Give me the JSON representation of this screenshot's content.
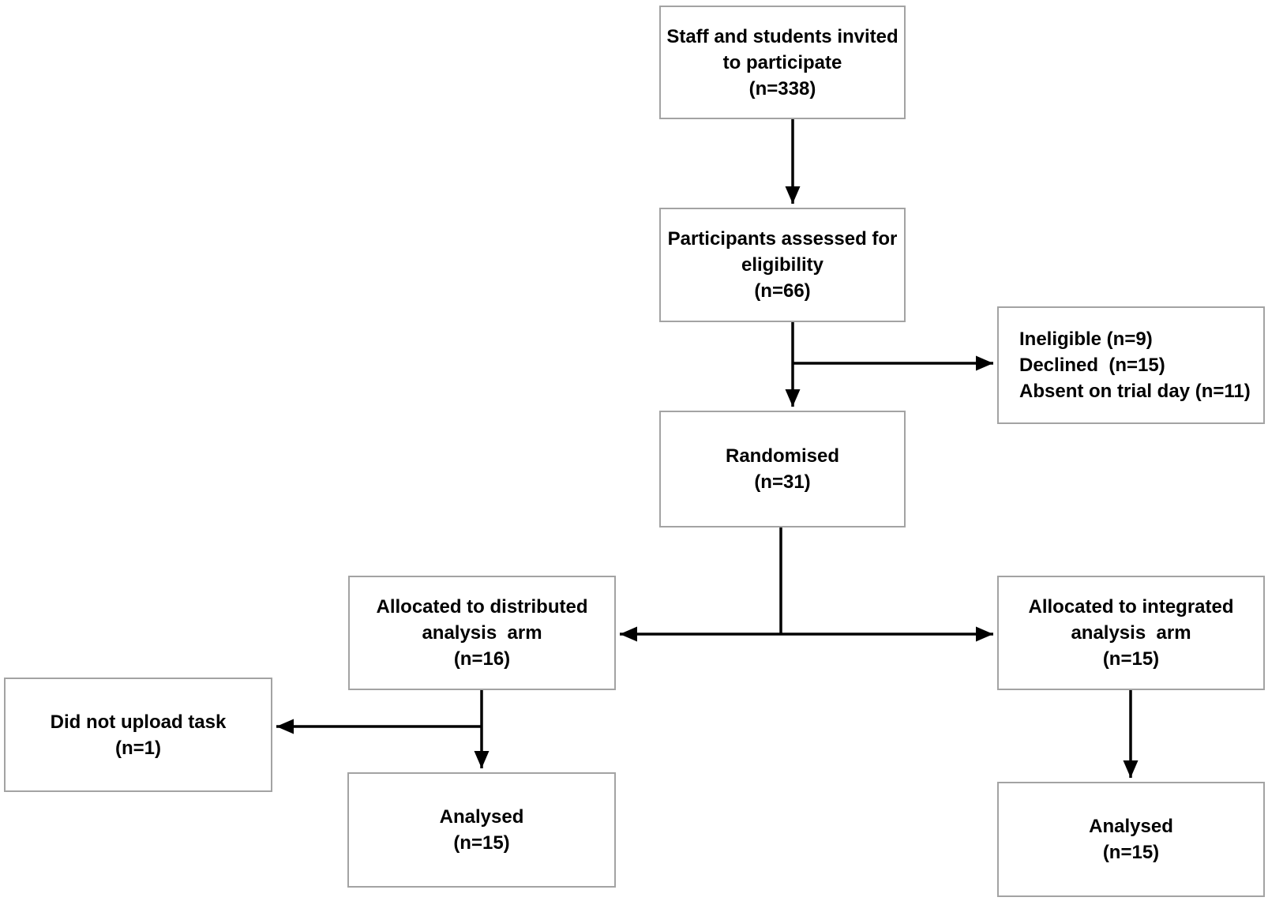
{
  "diagram": {
    "type": "participant-flow-consort",
    "boxes": {
      "invited": {
        "lines": [
          "Staff and students invited",
          "to participate",
          "(n=338)"
        ]
      },
      "assessed": {
        "lines": [
          "Participants assessed for",
          "eligibility",
          "(n=66)"
        ]
      },
      "excluded": {
        "lines": [
          "Ineligible (n=9)",
          "Declined  (n=15)",
          "Absent on trial day (n=11)"
        ]
      },
      "randomised": {
        "lines": [
          "Randomised",
          "(n=31)"
        ]
      },
      "allocated_distributed": {
        "lines": [
          "Allocated to distributed",
          "analysis  arm",
          "(n=16)"
        ]
      },
      "allocated_integrated": {
        "lines": [
          "Allocated to integrated",
          "analysis  arm",
          "(n=15)"
        ]
      },
      "did_not_upload": {
        "lines": [
          "Did not upload task",
          "(n=1)"
        ]
      },
      "analysed_distributed": {
        "lines": [
          "Analysed",
          "(n=15)"
        ]
      },
      "analysed_integrated": {
        "lines": [
          "Analysed",
          "(n=15)"
        ]
      }
    },
    "colors": {
      "box_border": "#a3a3a3",
      "box_fill": "#ffffff",
      "arrow": "#000000",
      "text": "#000000",
      "background": "#ffffff"
    }
  }
}
